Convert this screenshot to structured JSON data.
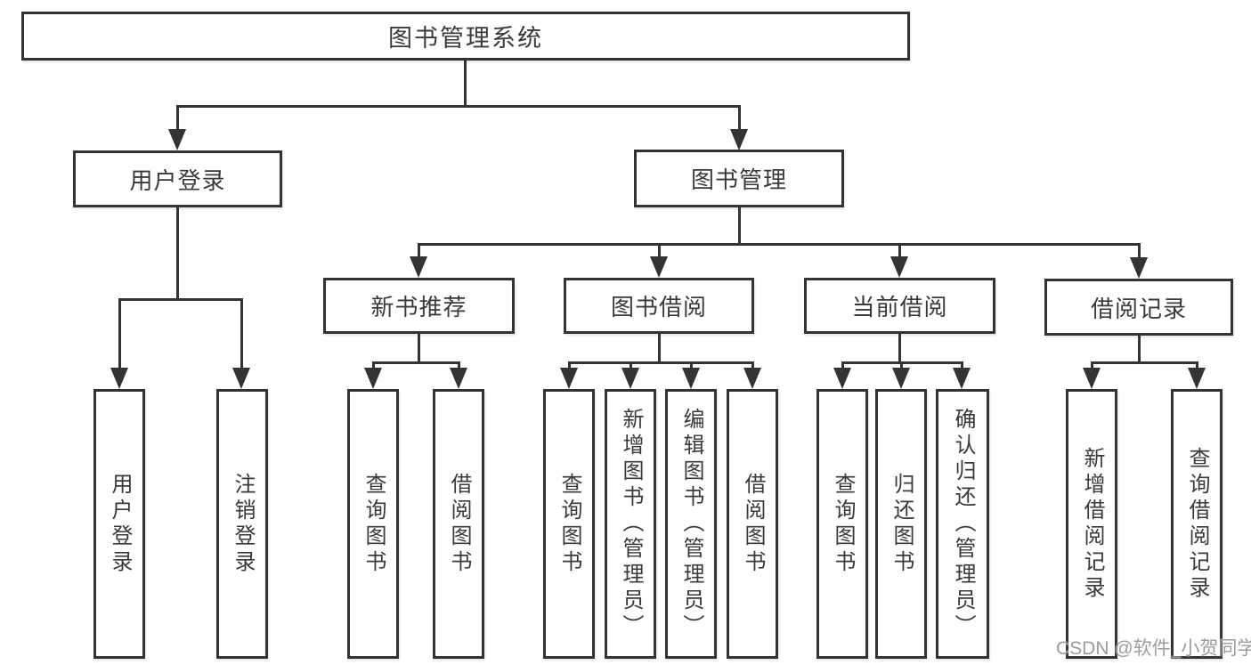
{
  "tree": {
    "root": {
      "label": "图书管理系统",
      "children": [
        {
          "label": "用户登录",
          "children": [
            {
              "label": "用户登录"
            },
            {
              "label": "注销登录"
            }
          ]
        },
        {
          "label": "图书管理",
          "children": [
            {
              "label": "新书推荐",
              "children": [
                {
                  "label": "查询图书"
                },
                {
                  "label": "借阅图书"
                }
              ]
            },
            {
              "label": "图书借阅",
              "children": [
                {
                  "label": "查询图书"
                },
                {
                  "label": "新增图书（管理员）"
                },
                {
                  "label": "编辑图书（管理员）"
                },
                {
                  "label": "借阅图书"
                }
              ]
            },
            {
              "label": "当前借阅",
              "children": [
                {
                  "label": "查询图书"
                },
                {
                  "label": "归还图书"
                },
                {
                  "label": "确认归还（管理员）"
                }
              ]
            },
            {
              "label": "借阅记录",
              "children": [
                {
                  "label": "新增借阅记录"
                },
                {
                  "label": "查询借阅记录"
                }
              ]
            }
          ]
        }
      ]
    }
  },
  "watermark": {
    "text": "CSDN @软件_小贺同学"
  },
  "colors": {
    "background": "#ffffff",
    "box_border": "#333333",
    "line": "#333333",
    "text": "#3a3a3a",
    "watermark": "#949494"
  }
}
